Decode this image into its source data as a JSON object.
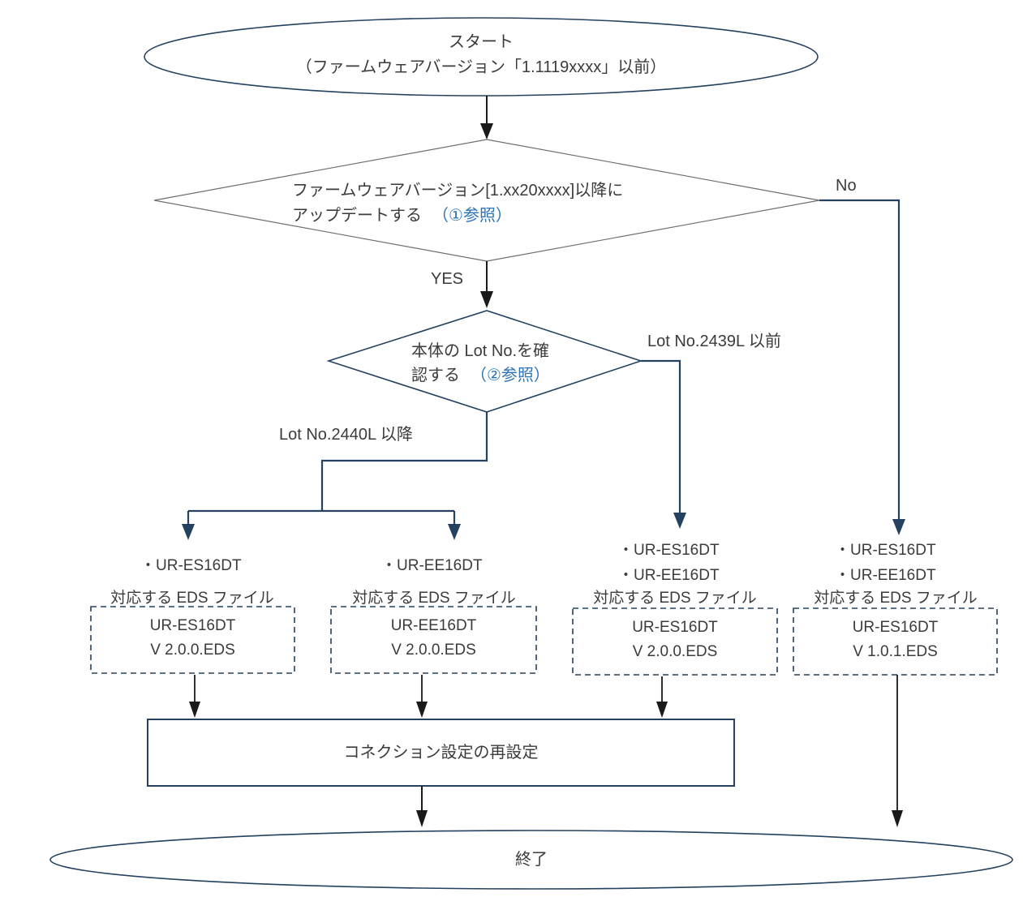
{
  "colors": {
    "line_navy": "#24425f",
    "line_gray": "#6e6e6e",
    "arrow_black": "#1a1a1a",
    "text": "#3b3b3b",
    "reference_blue": "#2e75b6"
  },
  "start": {
    "line1": "スタート",
    "line2": "（ファームウェアバージョン「1.1119xxxx」以前）"
  },
  "decision_firmware": {
    "line1": "ファームウェアバージョン[1.xx20xxxx]以降に",
    "line2": "アップデートする",
    "reference": "（①参照）",
    "yes_label": "YES",
    "no_label": "No"
  },
  "decision_lot": {
    "line1": "本体の Lot No.を確",
    "line2": "認する",
    "reference": "（②参照）",
    "branch_after": "Lot No.2440L 以降",
    "branch_before": "Lot No.2439L 以前"
  },
  "columns": [
    {
      "models": [
        "・UR-ES16DT"
      ],
      "caption": "対応する EDS ファイル",
      "eds_line1": "UR-ES16DT",
      "eds_line2": "V 2.0.0.EDS"
    },
    {
      "models": [
        "・UR-EE16DT"
      ],
      "caption": "対応する EDS ファイル",
      "eds_line1": "UR-EE16DT",
      "eds_line2": "V 2.0.0.EDS"
    },
    {
      "models": [
        "・UR-ES16DT",
        "・UR-EE16DT"
      ],
      "caption": "対応する EDS ファイル",
      "eds_line1": "UR-ES16DT",
      "eds_line2": "V 2.0.0.EDS"
    },
    {
      "models": [
        "・UR-ES16DT",
        "・UR-EE16DT"
      ],
      "caption": "対応する EDS ファイル",
      "eds_line1": "UR-ES16DT",
      "eds_line2": "V 1.0.1.EDS"
    }
  ],
  "process": {
    "label": "コネクション設定の再設定"
  },
  "end": {
    "label": "終了"
  }
}
